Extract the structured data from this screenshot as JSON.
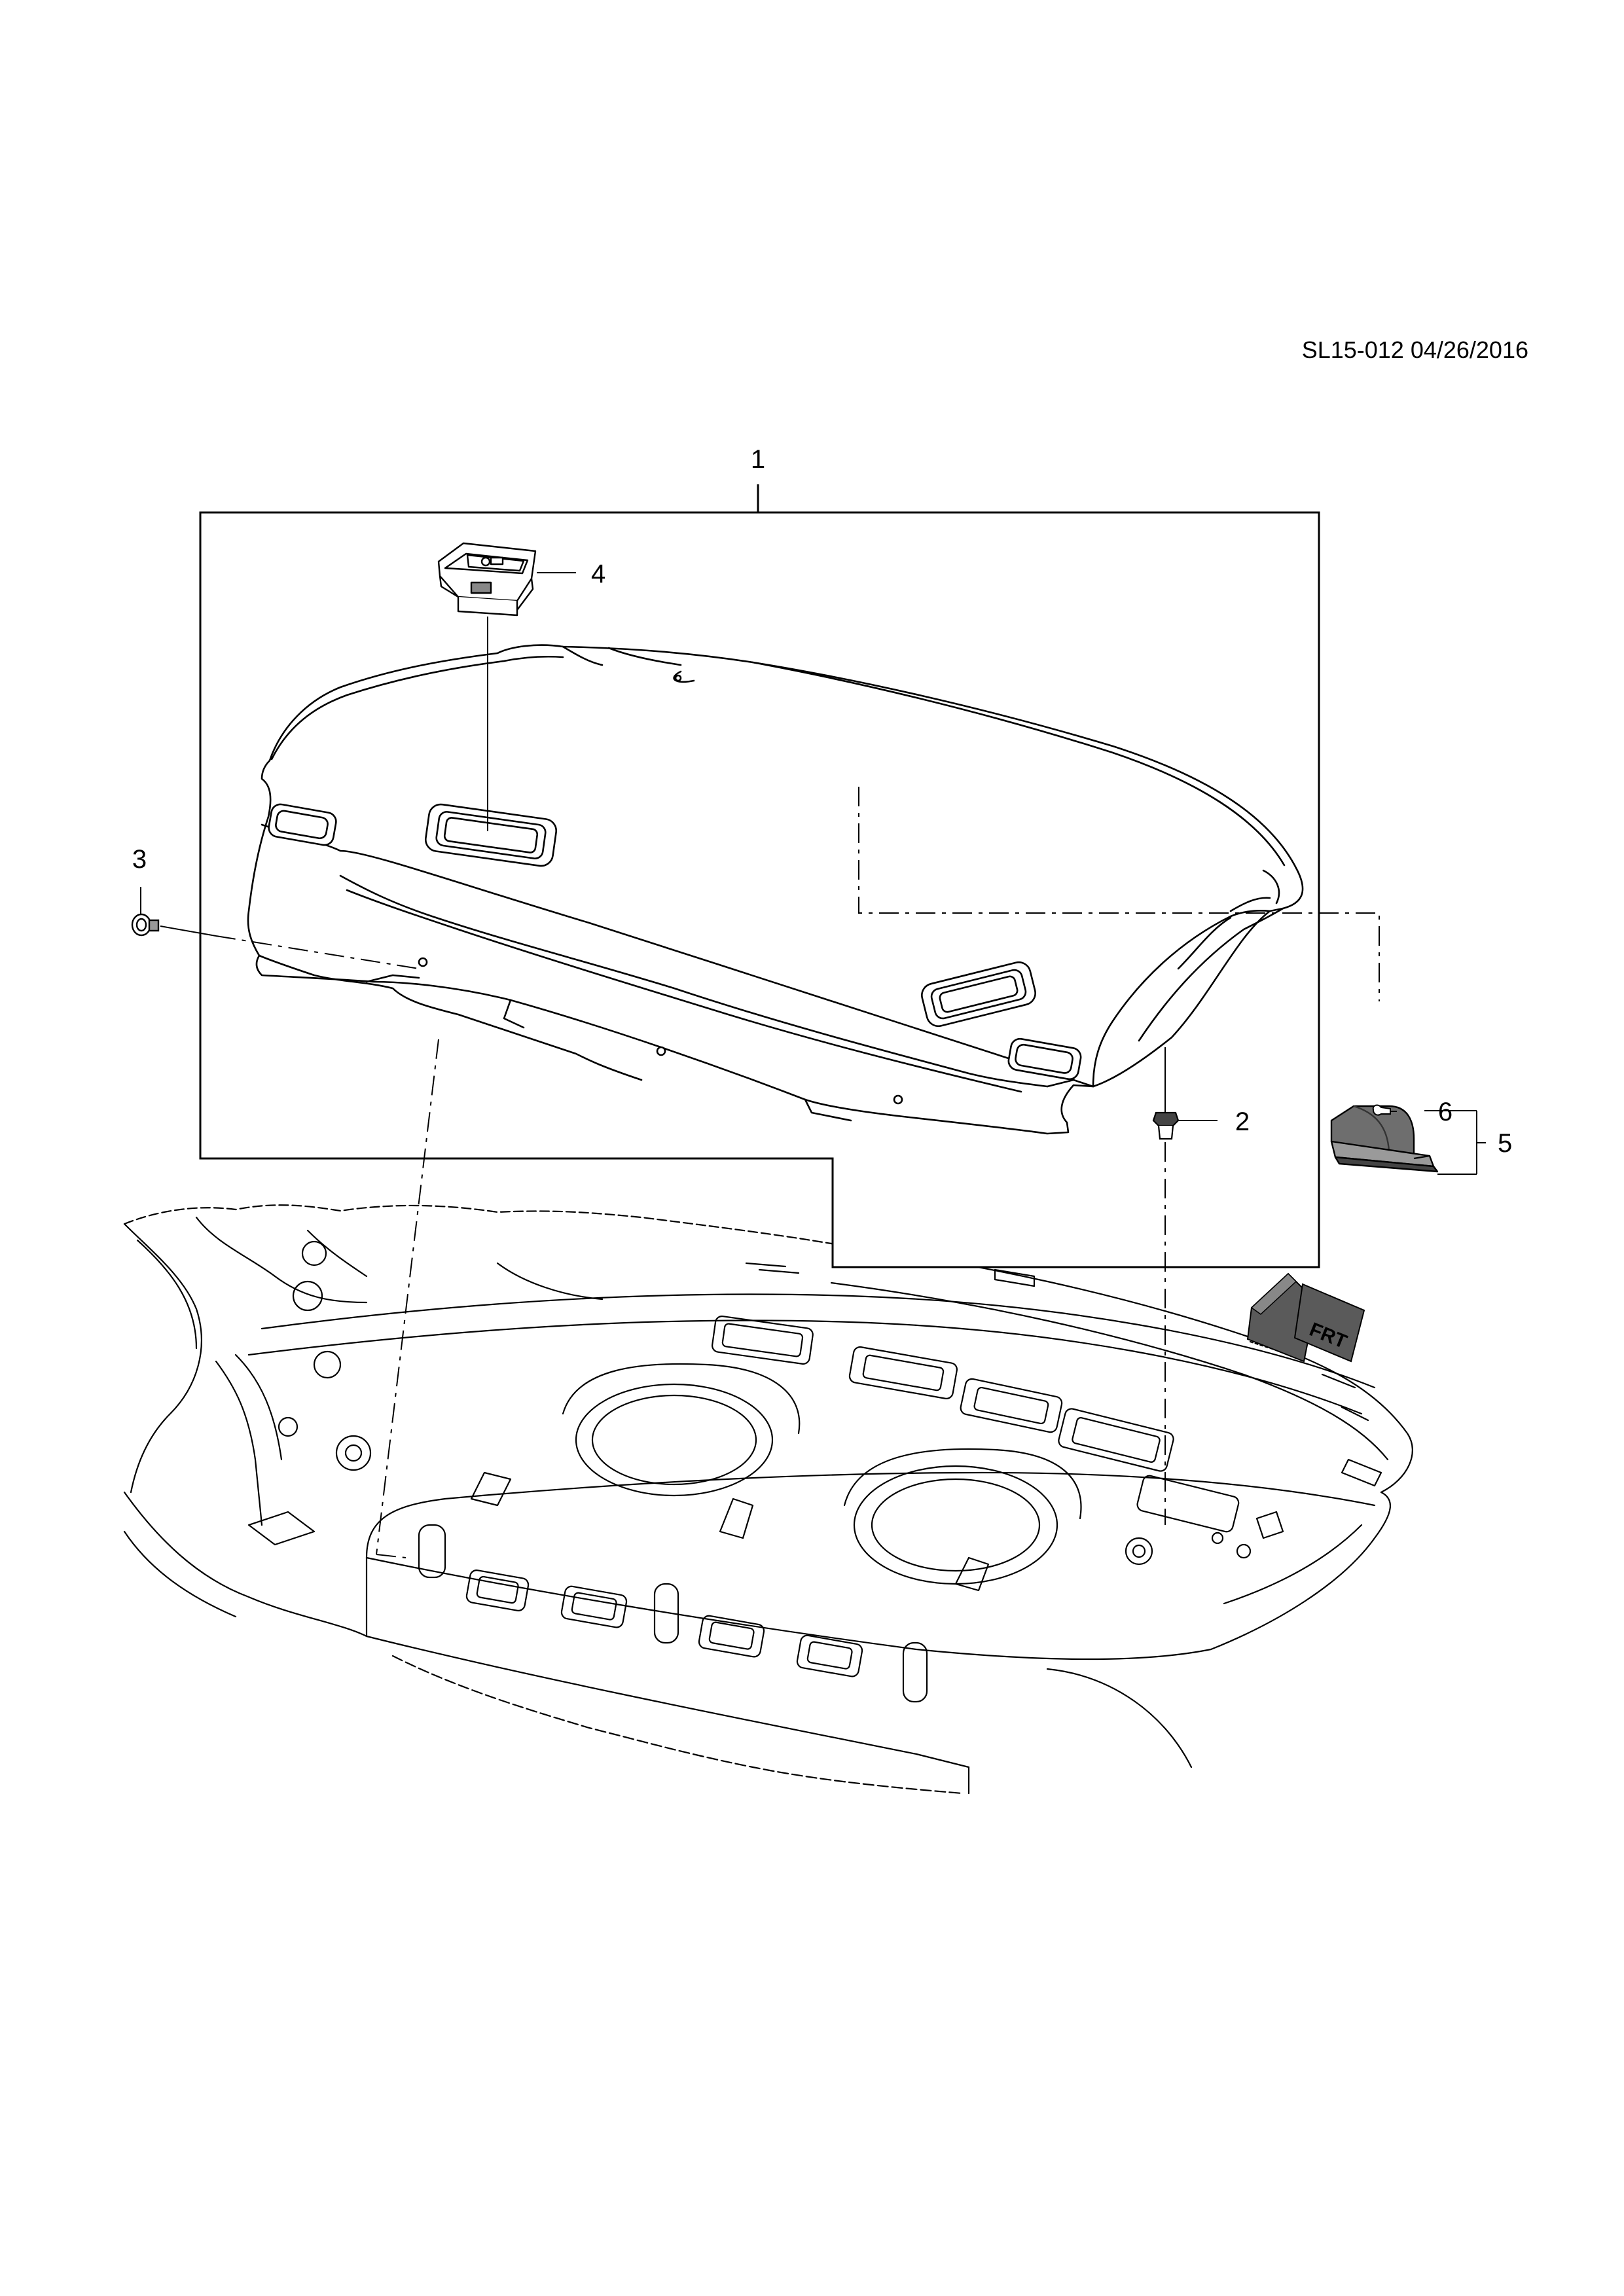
{
  "diagram": {
    "reference_code": "SL15-012 04/26/2016",
    "callouts": {
      "c1": "1",
      "c2": "2",
      "c3": "3",
      "c4": "4",
      "c5": "5",
      "c6": "6"
    },
    "direction_marker": "FRT",
    "colors": {
      "line": "#000000",
      "background": "#ffffff",
      "marker_fill": "#5a5a5a"
    }
  }
}
